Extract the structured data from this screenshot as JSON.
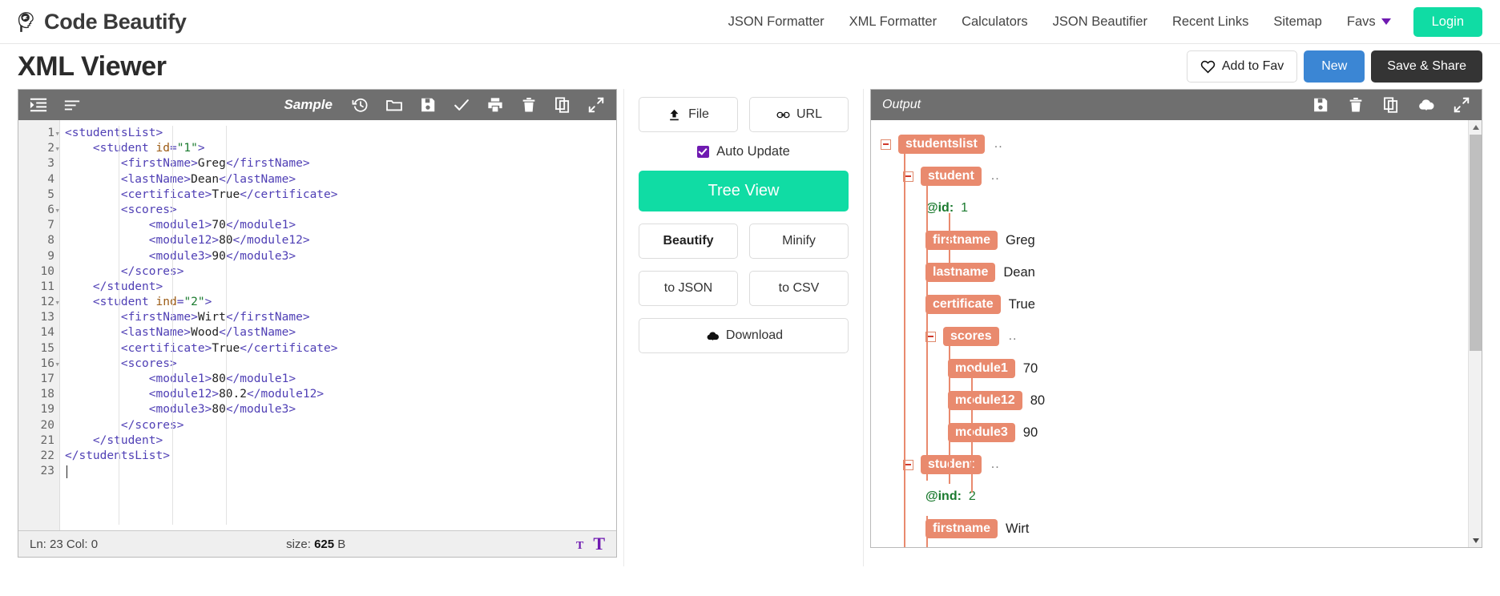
{
  "nav": {
    "brand": "Code Beautify",
    "links": [
      {
        "label": "JSON Formatter"
      },
      {
        "label": "XML Formatter"
      },
      {
        "label": "Calculators"
      },
      {
        "label": "JSON Beautifier"
      },
      {
        "label": "Recent Links"
      },
      {
        "label": "Sitemap"
      }
    ],
    "favs_label": "Favs",
    "login_label": "Login"
  },
  "header": {
    "page_title": "XML Viewer",
    "add_to_fav": "Add to Fav",
    "new": "New",
    "save_share": "Save & Share"
  },
  "editor": {
    "toolbar": {
      "sample_label": "Sample",
      "icons": [
        "indent-icon",
        "align-left-icon",
        "history-icon",
        "folder-icon",
        "save-icon",
        "check-icon",
        "print-icon",
        "trash-icon",
        "copy-icon",
        "expand-icon"
      ]
    },
    "lines": [
      {
        "n": "1",
        "fold": true,
        "indent": 0,
        "tokens": [
          {
            "t": "p",
            "v": "<"
          },
          {
            "t": "tag",
            "v": "studentsList"
          },
          {
            "t": "p",
            "v": ">"
          }
        ]
      },
      {
        "n": "2",
        "fold": true,
        "indent": 1,
        "tokens": [
          {
            "t": "p",
            "v": "<"
          },
          {
            "t": "tag",
            "v": "student"
          },
          {
            "t": "txt",
            "v": " "
          },
          {
            "t": "attr",
            "v": "id"
          },
          {
            "t": "p",
            "v": "="
          },
          {
            "t": "val",
            "v": "\"1\""
          },
          {
            "t": "p",
            "v": ">"
          }
        ]
      },
      {
        "n": "3",
        "fold": false,
        "indent": 2,
        "tokens": [
          {
            "t": "p",
            "v": "<"
          },
          {
            "t": "tag",
            "v": "firstName"
          },
          {
            "t": "p",
            "v": ">"
          },
          {
            "t": "txt",
            "v": "Greg"
          },
          {
            "t": "p",
            "v": "</"
          },
          {
            "t": "tag",
            "v": "firstName"
          },
          {
            "t": "p",
            "v": ">"
          }
        ]
      },
      {
        "n": "4",
        "fold": false,
        "indent": 2,
        "tokens": [
          {
            "t": "p",
            "v": "<"
          },
          {
            "t": "tag",
            "v": "lastName"
          },
          {
            "t": "p",
            "v": ">"
          },
          {
            "t": "txt",
            "v": "Dean"
          },
          {
            "t": "p",
            "v": "</"
          },
          {
            "t": "tag",
            "v": "lastName"
          },
          {
            "t": "p",
            "v": ">"
          }
        ]
      },
      {
        "n": "5",
        "fold": false,
        "indent": 2,
        "tokens": [
          {
            "t": "p",
            "v": "<"
          },
          {
            "t": "tag",
            "v": "certificate"
          },
          {
            "t": "p",
            "v": ">"
          },
          {
            "t": "txt",
            "v": "True"
          },
          {
            "t": "p",
            "v": "</"
          },
          {
            "t": "tag",
            "v": "certificate"
          },
          {
            "t": "p",
            "v": ">"
          }
        ]
      },
      {
        "n": "6",
        "fold": true,
        "indent": 2,
        "tokens": [
          {
            "t": "p",
            "v": "<"
          },
          {
            "t": "tag",
            "v": "scores"
          },
          {
            "t": "p",
            "v": ">"
          }
        ]
      },
      {
        "n": "7",
        "fold": false,
        "indent": 3,
        "tokens": [
          {
            "t": "p",
            "v": "<"
          },
          {
            "t": "tag",
            "v": "module1"
          },
          {
            "t": "p",
            "v": ">"
          },
          {
            "t": "txt",
            "v": "70"
          },
          {
            "t": "p",
            "v": "</"
          },
          {
            "t": "tag",
            "v": "module1"
          },
          {
            "t": "p",
            "v": ">"
          }
        ]
      },
      {
        "n": "8",
        "fold": false,
        "indent": 3,
        "tokens": [
          {
            "t": "p",
            "v": "<"
          },
          {
            "t": "tag",
            "v": "module12"
          },
          {
            "t": "p",
            "v": ">"
          },
          {
            "t": "txt",
            "v": "80"
          },
          {
            "t": "p",
            "v": "</"
          },
          {
            "t": "tag",
            "v": "module12"
          },
          {
            "t": "p",
            "v": ">"
          }
        ]
      },
      {
        "n": "9",
        "fold": false,
        "indent": 3,
        "tokens": [
          {
            "t": "p",
            "v": "<"
          },
          {
            "t": "tag",
            "v": "module3"
          },
          {
            "t": "p",
            "v": ">"
          },
          {
            "t": "txt",
            "v": "90"
          },
          {
            "t": "p",
            "v": "</"
          },
          {
            "t": "tag",
            "v": "module3"
          },
          {
            "t": "p",
            "v": ">"
          }
        ]
      },
      {
        "n": "10",
        "fold": false,
        "indent": 2,
        "tokens": [
          {
            "t": "p",
            "v": "</"
          },
          {
            "t": "tag",
            "v": "scores"
          },
          {
            "t": "p",
            "v": ">"
          }
        ]
      },
      {
        "n": "11",
        "fold": false,
        "indent": 1,
        "tokens": [
          {
            "t": "p",
            "v": "</"
          },
          {
            "t": "tag",
            "v": "student"
          },
          {
            "t": "p",
            "v": ">"
          }
        ]
      },
      {
        "n": "12",
        "fold": true,
        "indent": 1,
        "tokens": [
          {
            "t": "p",
            "v": "<"
          },
          {
            "t": "tag",
            "v": "student"
          },
          {
            "t": "txt",
            "v": " "
          },
          {
            "t": "attr",
            "v": "ind"
          },
          {
            "t": "p",
            "v": "="
          },
          {
            "t": "val",
            "v": "\"2\""
          },
          {
            "t": "p",
            "v": ">"
          }
        ]
      },
      {
        "n": "13",
        "fold": false,
        "indent": 2,
        "tokens": [
          {
            "t": "p",
            "v": "<"
          },
          {
            "t": "tag",
            "v": "firstName"
          },
          {
            "t": "p",
            "v": ">"
          },
          {
            "t": "txt",
            "v": "Wirt"
          },
          {
            "t": "p",
            "v": "</"
          },
          {
            "t": "tag",
            "v": "firstName"
          },
          {
            "t": "p",
            "v": ">"
          }
        ]
      },
      {
        "n": "14",
        "fold": false,
        "indent": 2,
        "tokens": [
          {
            "t": "p",
            "v": "<"
          },
          {
            "t": "tag",
            "v": "lastName"
          },
          {
            "t": "p",
            "v": ">"
          },
          {
            "t": "txt",
            "v": "Wood"
          },
          {
            "t": "p",
            "v": "</"
          },
          {
            "t": "tag",
            "v": "lastName"
          },
          {
            "t": "p",
            "v": ">"
          }
        ]
      },
      {
        "n": "15",
        "fold": false,
        "indent": 2,
        "tokens": [
          {
            "t": "p",
            "v": "<"
          },
          {
            "t": "tag",
            "v": "certificate"
          },
          {
            "t": "p",
            "v": ">"
          },
          {
            "t": "txt",
            "v": "True"
          },
          {
            "t": "p",
            "v": "</"
          },
          {
            "t": "tag",
            "v": "certificate"
          },
          {
            "t": "p",
            "v": ">"
          }
        ]
      },
      {
        "n": "16",
        "fold": true,
        "indent": 2,
        "tokens": [
          {
            "t": "p",
            "v": "<"
          },
          {
            "t": "tag",
            "v": "scores"
          },
          {
            "t": "p",
            "v": ">"
          }
        ]
      },
      {
        "n": "17",
        "fold": false,
        "indent": 3,
        "tokens": [
          {
            "t": "p",
            "v": "<"
          },
          {
            "t": "tag",
            "v": "module1"
          },
          {
            "t": "p",
            "v": ">"
          },
          {
            "t": "txt",
            "v": "80"
          },
          {
            "t": "p",
            "v": "</"
          },
          {
            "t": "tag",
            "v": "module1"
          },
          {
            "t": "p",
            "v": ">"
          }
        ]
      },
      {
        "n": "18",
        "fold": false,
        "indent": 3,
        "tokens": [
          {
            "t": "p",
            "v": "<"
          },
          {
            "t": "tag",
            "v": "module12"
          },
          {
            "t": "p",
            "v": ">"
          },
          {
            "t": "txt",
            "v": "80.2"
          },
          {
            "t": "p",
            "v": "</"
          },
          {
            "t": "tag",
            "v": "module12"
          },
          {
            "t": "p",
            "v": ">"
          }
        ]
      },
      {
        "n": "19",
        "fold": false,
        "indent": 3,
        "tokens": [
          {
            "t": "p",
            "v": "<"
          },
          {
            "t": "tag",
            "v": "module3"
          },
          {
            "t": "p",
            "v": ">"
          },
          {
            "t": "txt",
            "v": "80"
          },
          {
            "t": "p",
            "v": "</"
          },
          {
            "t": "tag",
            "v": "module3"
          },
          {
            "t": "p",
            "v": ">"
          }
        ]
      },
      {
        "n": "20",
        "fold": false,
        "indent": 2,
        "tokens": [
          {
            "t": "p",
            "v": "</"
          },
          {
            "t": "tag",
            "v": "scores"
          },
          {
            "t": "p",
            "v": ">"
          }
        ]
      },
      {
        "n": "21",
        "fold": false,
        "indent": 1,
        "tokens": [
          {
            "t": "p",
            "v": "</"
          },
          {
            "t": "tag",
            "v": "student"
          },
          {
            "t": "p",
            "v": ">"
          }
        ]
      },
      {
        "n": "22",
        "fold": false,
        "indent": 0,
        "tokens": [
          {
            "t": "p",
            "v": "</"
          },
          {
            "t": "tag",
            "v": "studentsList"
          },
          {
            "t": "p",
            "v": ">"
          }
        ]
      },
      {
        "n": "23",
        "fold": false,
        "indent": 0,
        "tokens": []
      }
    ],
    "status": {
      "position": "Ln: 23 Col: 0",
      "size_prefix": "size: ",
      "size_value": "625",
      "size_unit": " B",
      "font_small": "T",
      "font_large": "T"
    }
  },
  "middle": {
    "file_label": "File",
    "url_label": "URL",
    "auto_update_label": "Auto Update",
    "auto_update_checked": true,
    "tree_view_label": "Tree View",
    "beautify_label": "Beautify",
    "minify_label": "Minify",
    "to_json_label": "to JSON",
    "to_csv_label": "to CSV",
    "download_label": "Download"
  },
  "output": {
    "title": "Output",
    "icons": [
      "save-icon",
      "trash-icon",
      "copy-icon",
      "download-cloud-icon",
      "expand-icon"
    ],
    "tree": [
      {
        "kind": "node",
        "depth": 0,
        "toggle": true,
        "tag": "studentslist",
        "dots": ".."
      },
      {
        "kind": "node",
        "depth": 1,
        "toggle": true,
        "tag": "student",
        "dots": ".."
      },
      {
        "kind": "attr",
        "depth": 2,
        "name": "@id:",
        "value": "1"
      },
      {
        "kind": "leaf",
        "depth": 2,
        "tag": "firstname",
        "value": "Greg"
      },
      {
        "kind": "leaf",
        "depth": 2,
        "tag": "lastname",
        "value": "Dean"
      },
      {
        "kind": "leaf",
        "depth": 2,
        "tag": "certificate",
        "value": "True"
      },
      {
        "kind": "node",
        "depth": 2,
        "toggle": true,
        "tag": "scores",
        "dots": ".."
      },
      {
        "kind": "leaf",
        "depth": 3,
        "tag": "module1",
        "value": "70"
      },
      {
        "kind": "leaf",
        "depth": 3,
        "tag": "module12",
        "value": "80"
      },
      {
        "kind": "leaf",
        "depth": 3,
        "tag": "module3",
        "value": "90"
      },
      {
        "kind": "node",
        "depth": 1,
        "toggle": true,
        "tag": "student",
        "dots": ".."
      },
      {
        "kind": "attr",
        "depth": 2,
        "name": "@ind:",
        "value": "2"
      },
      {
        "kind": "leaf",
        "depth": 2,
        "tag": "firstname",
        "value": "Wirt"
      }
    ]
  },
  "colors": {
    "accent_green": "#10dca4",
    "blue": "#3b86d4",
    "dark": "#343434",
    "toolbar_gray": "#6f6f6f",
    "tree_tag": "#e98a6e",
    "purple": "#6f1ab1"
  }
}
